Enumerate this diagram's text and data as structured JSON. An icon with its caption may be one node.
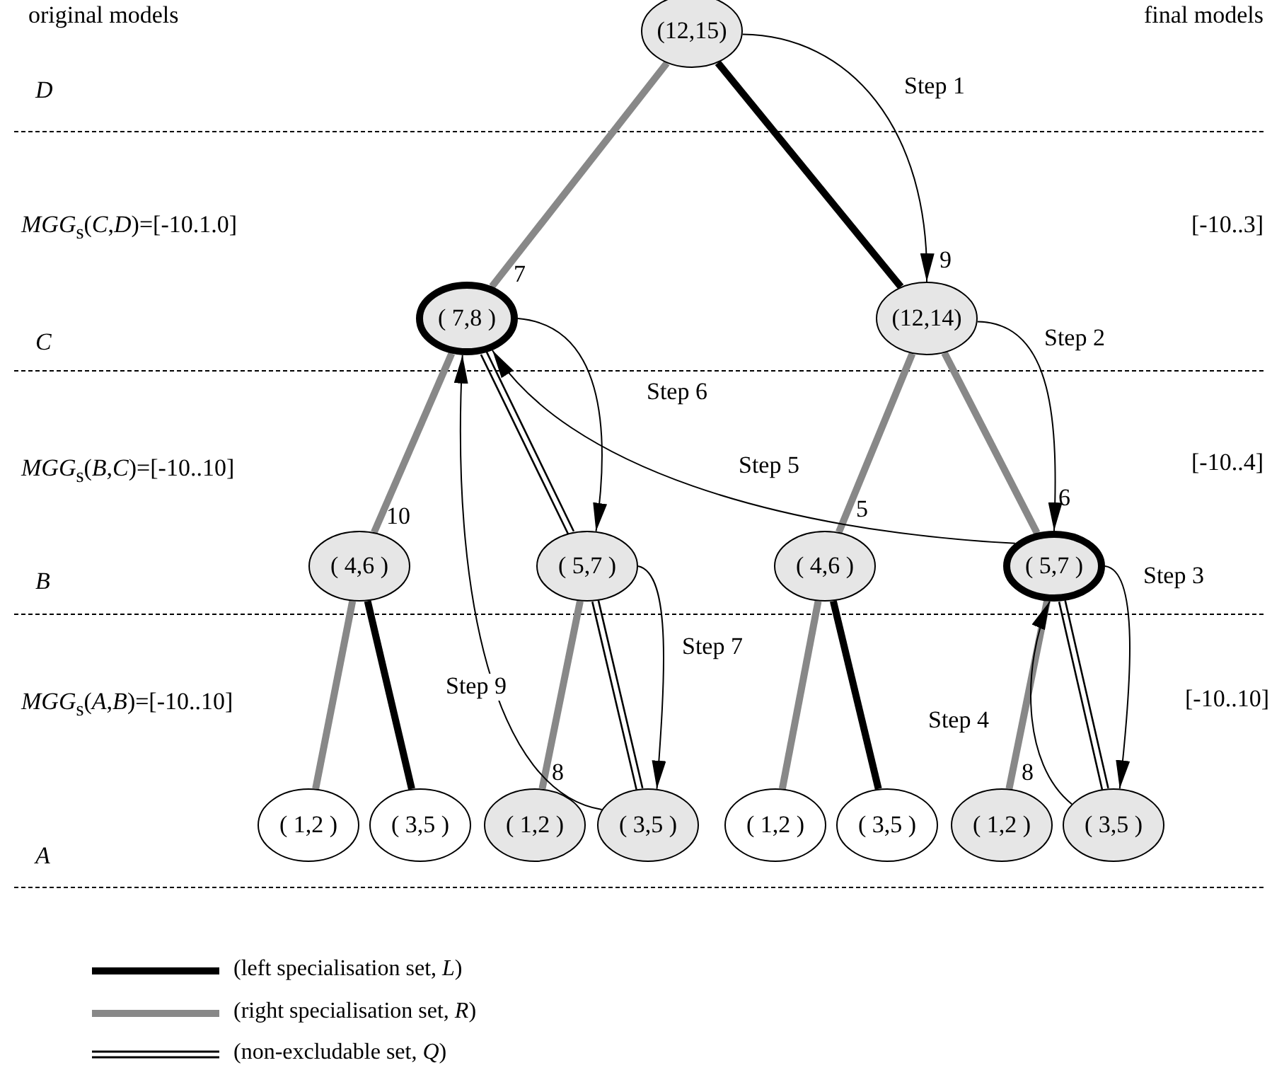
{
  "diagram": {
    "nodes": [
      {
        "text": [
          "(12,15)"
        ]
      },
      {
        "text": [
          "( 7,8 )"
        ],
        "beside": [
          "7"
        ]
      },
      {
        "text": [
          "(12,14)"
        ],
        "beside": [
          "9"
        ]
      },
      {
        "text": [
          "( 4,6 )"
        ],
        "beside": [
          "10"
        ]
      },
      {
        "text": [
          "( 5,7 )"
        ]
      },
      {
        "text": [
          "( 4,6 )"
        ],
        "beside": [
          "5"
        ]
      },
      {
        "text": [
          "( 5,7 )"
        ],
        "beside": [
          "6"
        ]
      },
      {
        "text": [
          "( 1,2 )"
        ]
      },
      {
        "text": [
          "( 3,5 )"
        ]
      },
      {
        "text": [
          "( 1,2 )"
        ],
        "beside": [
          "8"
        ]
      },
      {
        "text": [
          "( 3,5 )"
        ]
      },
      {
        "text": [
          "( 1,2 )"
        ]
      },
      {
        "text": [
          "( 3,5 )"
        ]
      },
      {
        "text": [
          "( 1,2 )"
        ],
        "beside": [
          "8"
        ]
      },
      {
        "text": [
          "( 3,5 )"
        ]
      }
    ],
    "edges": [
      {
        "from": 0,
        "to": 1,
        "arrow": "none",
        "style": "thick",
        "color": "#888888"
      },
      {
        "from": 0,
        "to": 2,
        "arrow": "none",
        "style": "thick"
      },
      {
        "from": 1,
        "to": 3,
        "arrow": "none",
        "style": "thick",
        "color": "#888888"
      },
      {
        "from": 1,
        "to": 4,
        "arrow": "none"
      },
      {
        "from": 2,
        "to": 5,
        "arrow": "none",
        "style": "thick",
        "color": "#888888"
      },
      {
        "from": 2,
        "to": 6,
        "arrow": "none",
        "style": "thick",
        "color": "#888888"
      },
      {
        "from": 3,
        "to": 7,
        "arrow": "none",
        "style": "thick",
        "color": "#888888"
      },
      {
        "from": 3,
        "to": 8,
        "arrow": "none",
        "style": "thick"
      },
      {
        "from": 4,
        "to": 9,
        "arrow": "none",
        "style": "thick",
        "color": "#888888"
      },
      {
        "from": 4,
        "to": 10,
        "arrow": "none"
      },
      {
        "from": 5,
        "to": 11,
        "arrow": "none",
        "style": "thick",
        "color": "#888888"
      },
      {
        "from": 5,
        "to": 12,
        "arrow": "none",
        "style": "thick"
      },
      {
        "from": 6,
        "to": 13,
        "arrow": "none",
        "style": "thick",
        "color": "#888888"
      },
      {
        "from": 6,
        "to": 14,
        "arrow": "none"
      },
      {
        "from": 0,
        "to": 2,
        "arrow": "to",
        "label": "Step 1"
      },
      {
        "from": 2,
        "to": 6,
        "arrow": "to",
        "label": "Step 2"
      },
      {
        "from": 6,
        "to": 14,
        "arrow": "to",
        "label": "Step 3"
      },
      {
        "from": 14,
        "to": 6,
        "arrow": "to",
        "label": "Step 4"
      },
      {
        "from": 6,
        "to": 1,
        "arrow": "to",
        "label": "Step 5"
      },
      {
        "from": 1,
        "to": 4,
        "arrow": "to",
        "label": "Step 6"
      },
      {
        "from": 4,
        "to": 10,
        "arrow": "to",
        "label": "Step 7"
      },
      {
        "from": 10,
        "to": 1,
        "arrow": "to",
        "label": "Step 9"
      }
    ],
    "labels": [
      "original models",
      "final models",
      "D",
      "*MGG*$_{s}$(*C*,*D*)=[-10.1.0]",
      "[-10..3]",
      "C",
      "*MGG*$_{s}$(*B*,*C*)=[-10..10]",
      "[-10..4]",
      "B",
      "*MGG*$_{s}$(*A*,*B*)=[-10..10]",
      "[-10..10]",
      "A"
    ],
    "legend": [
      {
        "text": "(left specialisation set, *L*)"
      },
      {
        "text": "(right specialisation set, *R*)"
      },
      {
        "text": "(non-excludable set, *Q*)"
      }
    ]
  }
}
